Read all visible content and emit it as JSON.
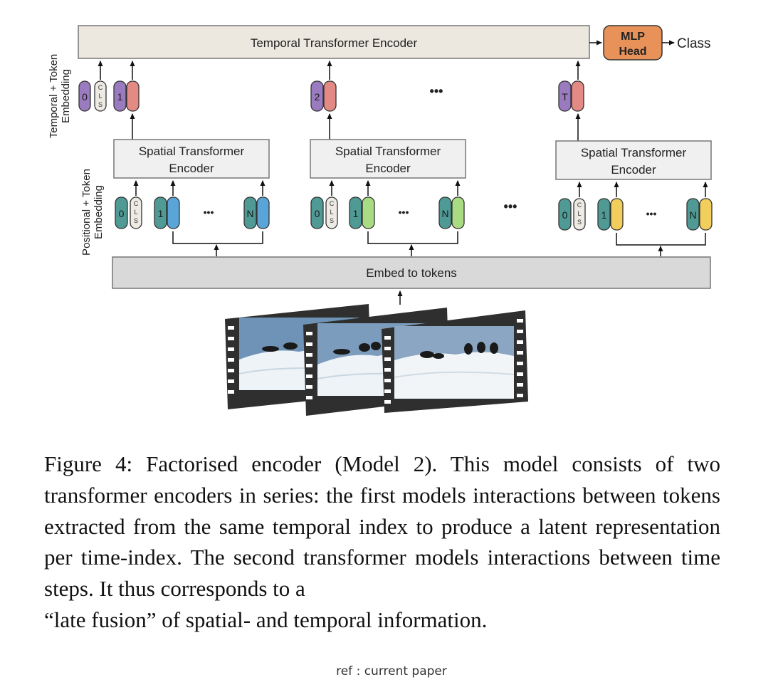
{
  "diagram": {
    "temporal_encoder": "Temporal Transformer Encoder",
    "mlp_head": [
      "MLP",
      "Head"
    ],
    "class_label": "Class",
    "spatial_encoder": [
      "Spatial Transformer",
      "Encoder"
    ],
    "embed_to_tokens": "Embed to tokens",
    "temporal_embedding_label": [
      "Temporal + Token",
      "Embedding"
    ],
    "positional_embedding_label": [
      "Positional + Token",
      "Embedding"
    ],
    "ellipsis": "•••",
    "cls_letters": [
      "C",
      "L",
      "S"
    ],
    "token_labels": {
      "zero": "0",
      "one": "1",
      "two": "2",
      "n": "N",
      "t": "T"
    },
    "colors": {
      "temporal_box": "#ece8df",
      "spatial_box": "#f0f0f0",
      "embed_box": "#d9d9d9",
      "mlp_head": "#e8925a",
      "purple_token": "#9a7bc0",
      "salmon_token": "#e38a85",
      "teal_token": "#4f9a94",
      "cls_token": "#eeeae4",
      "blue_token": "#5aa5d8",
      "green_token": "#a9dc82",
      "yellow_token": "#f2cf5c"
    }
  },
  "caption": {
    "main": "Figure 4: Factorised encoder (Model 2). This model consists of two transformer encoders in series: the first models interactions between tokens extracted from the same temporal index to produce a latent representation per time-index. The second transformer models interactions between time steps. It thus corresponds to a",
    "last_line": "“late fusion” of spatial- and temporal information."
  },
  "reference": "ref : current paper"
}
